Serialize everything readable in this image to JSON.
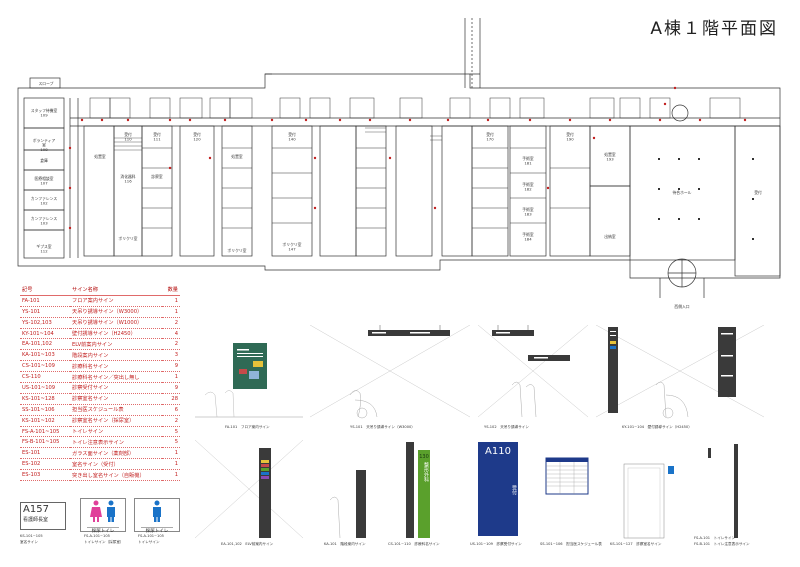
{
  "page_title": "A棟１階平面図",
  "plan": {
    "slope_label": "スロープ",
    "entrance_label": "西側入口",
    "rooms": [
      {
        "label": "スタッフ待機室\n109"
      },
      {
        "label": "ボランティア\n室\n108"
      },
      {
        "label": "倉庫"
      },
      {
        "label": "医療相談室\n107"
      },
      {
        "label": "カンファレンス\n102"
      },
      {
        "label": "カンファレンス\n103"
      },
      {
        "label": "ギプス室\n112"
      },
      {
        "label": "処置室"
      },
      {
        "label": "受付\n110"
      },
      {
        "label": "受付\n111"
      },
      {
        "label": "受付\n120"
      },
      {
        "label": "受付\n140"
      },
      {
        "label": "受付\n170"
      },
      {
        "label": "受付\n190"
      },
      {
        "label": "診察室"
      },
      {
        "label": "処置室"
      },
      {
        "label": "消化器科\n116"
      },
      {
        "label": "ポリクリ室"
      },
      {
        "label": "ポリクリ室\n147"
      },
      {
        "label": "ポリクリ室"
      },
      {
        "label": "手術室\n181"
      },
      {
        "label": "手術室\n182"
      },
      {
        "label": "手術室\n183"
      },
      {
        "label": "手術室\n184"
      },
      {
        "label": "待合ホール"
      },
      {
        "label": "受付"
      },
      {
        "label": "出納室"
      },
      {
        "label": "処置室\n193"
      }
    ]
  },
  "legend": {
    "header": {
      "code": "記号",
      "name": "サイン名称",
      "qty": "数量"
    },
    "rows": [
      {
        "code": "FA-101",
        "name": "フロア案内サイン",
        "qty": "1"
      },
      {
        "code": "YS-101",
        "name": "天吊り誘導サイン（W3000）",
        "qty": "1"
      },
      {
        "code": "YS-102,103",
        "name": "天吊り誘導サイン（W1000）",
        "qty": "2"
      },
      {
        "code": "KY-101~104",
        "name": "壁付誘導サイン（H2450）",
        "qty": "4"
      },
      {
        "code": "EA-101,102",
        "name": "ELV前案内サイン",
        "qty": "2"
      },
      {
        "code": "KA-101~103",
        "name": "階段案内サイン",
        "qty": "3"
      },
      {
        "code": "CS-101~109",
        "name": "診療科名サイン",
        "qty": "9"
      },
      {
        "code": "CS-110",
        "name": "診療科名サイン／突出し無し",
        "qty": "1"
      },
      {
        "code": "US-101~109",
        "name": "診察受付サイン",
        "qty": "9"
      },
      {
        "code": "KS-101~128",
        "name": "診察室名サイン",
        "qty": "28"
      },
      {
        "code": "SS-101~106",
        "name": "担当医スケジュール表",
        "qty": "6"
      },
      {
        "code": "KS-101~102",
        "name": "診察室名サイン（採尿室）",
        "qty": "2"
      },
      {
        "code": "FS-A-101~105",
        "name": "トイレサイン",
        "qty": "5"
      },
      {
        "code": "FS-B-101~105",
        "name": "トイレ注意表示サイン",
        "qty": "5"
      },
      {
        "code": "ES-101",
        "name": "ガラス面サイン（薬剤部）",
        "qty": "1"
      },
      {
        "code": "ES-102",
        "name": "室名サイン（受付）",
        "qty": "1"
      },
      {
        "code": "ES-103",
        "name": "突き出し室名サイン（自販機）",
        "qty": "1"
      }
    ]
  },
  "samples": {
    "room_plate": {
      "number": "A157",
      "name": "看護師長室",
      "caption1": "KS-101~105",
      "caption2": "室名サイン"
    },
    "toilet1": {
      "label": "採尿トイレ",
      "caption": "FS-A-101~105",
      "caption2": "トイレサイン（採尿室）"
    },
    "toilet2": {
      "label": "採尿トイレ",
      "caption": "FS-A-101~105",
      "caption2": "トイレサイン"
    }
  },
  "panels": {
    "fa": {
      "caption": "FA-101　フロア案内サイン"
    },
    "ys": {
      "caption": "YS-101　天吊り誘導サイン（W3000）"
    },
    "ys2": {
      "caption": "YS-102　天吊り誘導サイン"
    },
    "ky": {
      "caption": "KY-101~104　壁付誘導サイン（H2450）"
    },
    "ea": {
      "caption": "EA-101,102　ELV前案内サイン"
    },
    "ka": {
      "caption": "KA-101　階段案内サイン"
    },
    "cs": {
      "caption": "CS-101~110　診療科名サイン",
      "number": "130",
      "text": "整形外科"
    },
    "us": {
      "caption": "US-101~109　診察受付サイン",
      "number": "A110",
      "text": "受付"
    },
    "ss": {
      "caption": "SS-101~106　担当医スケジュール表"
    },
    "ks": {
      "caption": "KS-101~127　診察室名サイン"
    },
    "fs": {
      "caption": "FS-A-101　トイレサイン",
      "caption2": "FS-B-101　トイレ注意表示サイン"
    }
  },
  "colors": {
    "sign_red": "#c21f1f",
    "plan_line": "#333333",
    "sign_blue": "#1e3a8a",
    "sign_green": "#5aa02c",
    "sign_dark": "#3a3a3a",
    "toilet_pink": "#e0409a",
    "toilet_blue": "#1a73c8"
  }
}
